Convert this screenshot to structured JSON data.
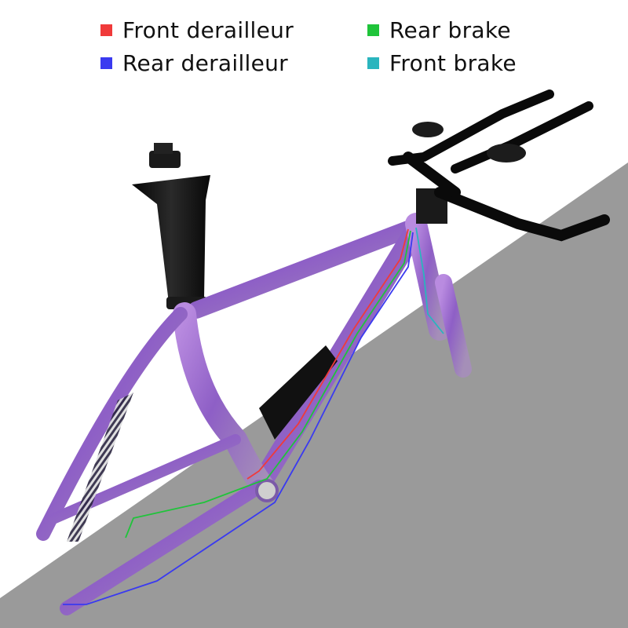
{
  "legend": {
    "items": [
      {
        "label": "Front derailleur",
        "color": "#f03a3a"
      },
      {
        "label": "Rear brake",
        "color": "#1fc43a"
      },
      {
        "label": "Rear derailleur",
        "color": "#3a3af0"
      },
      {
        "label": "Front brake",
        "color": "#2ab5be"
      }
    ]
  },
  "image": {
    "subject": "purple chameleon time-trial bicycle frame with aero bars and internal cable routing",
    "background_color": "#ffffff",
    "floor_color": "#9a9a9a",
    "frame_color": "#9b6fcf",
    "component_color": "#111111"
  }
}
